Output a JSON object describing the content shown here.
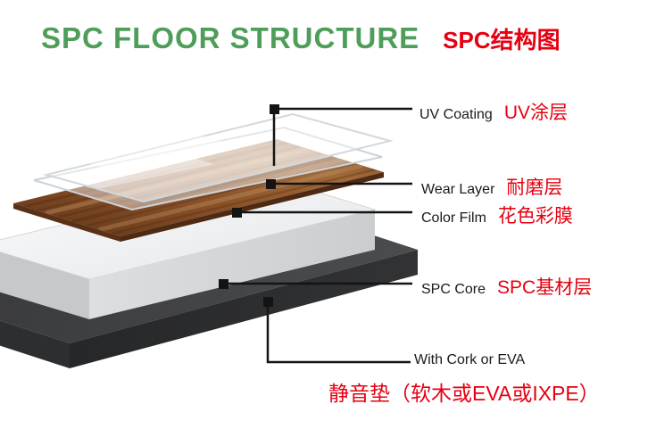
{
  "title": {
    "en": "SPC FLOOR STRUCTURE",
    "zh": "SPC结构图"
  },
  "labels": {
    "uv": {
      "en": "UV Coating",
      "zh": "UV涂层"
    },
    "wear": {
      "en": "Wear Layer",
      "zh": "耐磨层"
    },
    "film": {
      "en": "Color Film",
      "zh": "花色彩膜"
    },
    "core": {
      "en": "SPC Core",
      "zh": "SPC基材层"
    },
    "underlay": {
      "en": "With Cork or EVA",
      "zh": "静音垫（软木或EVA或IXPE）"
    }
  },
  "colors": {
    "title_green": "#4e9e5a",
    "accent_red": "#e60012",
    "wood_brown": "#8a5a32",
    "spc_core_white": "#eceef0",
    "underlay_dark": "#3a3b3d",
    "connector_black": "#141414"
  }
}
